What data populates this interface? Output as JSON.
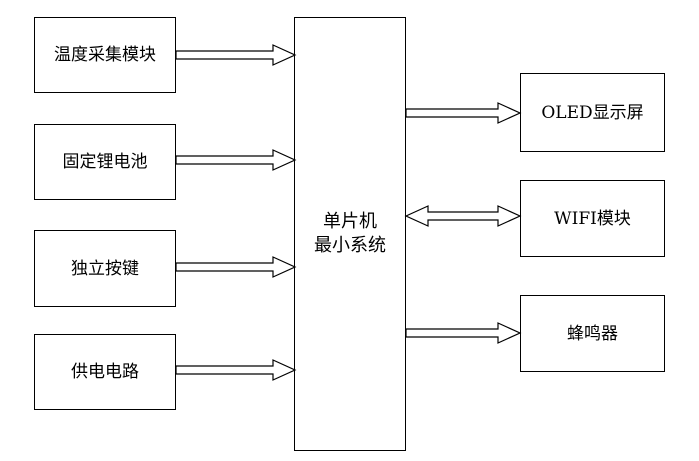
{
  "modules_left": [
    {
      "label": "温度采集模块"
    },
    {
      "label": "固定锂电池"
    },
    {
      "label": "独立按键"
    },
    {
      "label": "供电电路"
    }
  ],
  "mcu": {
    "line1": "单片机",
    "line2": "最小系统"
  },
  "modules_right": [
    {
      "label": "OLED显示屏"
    },
    {
      "label": "WIFI模块"
    },
    {
      "label": "蜂鸣器"
    }
  ]
}
